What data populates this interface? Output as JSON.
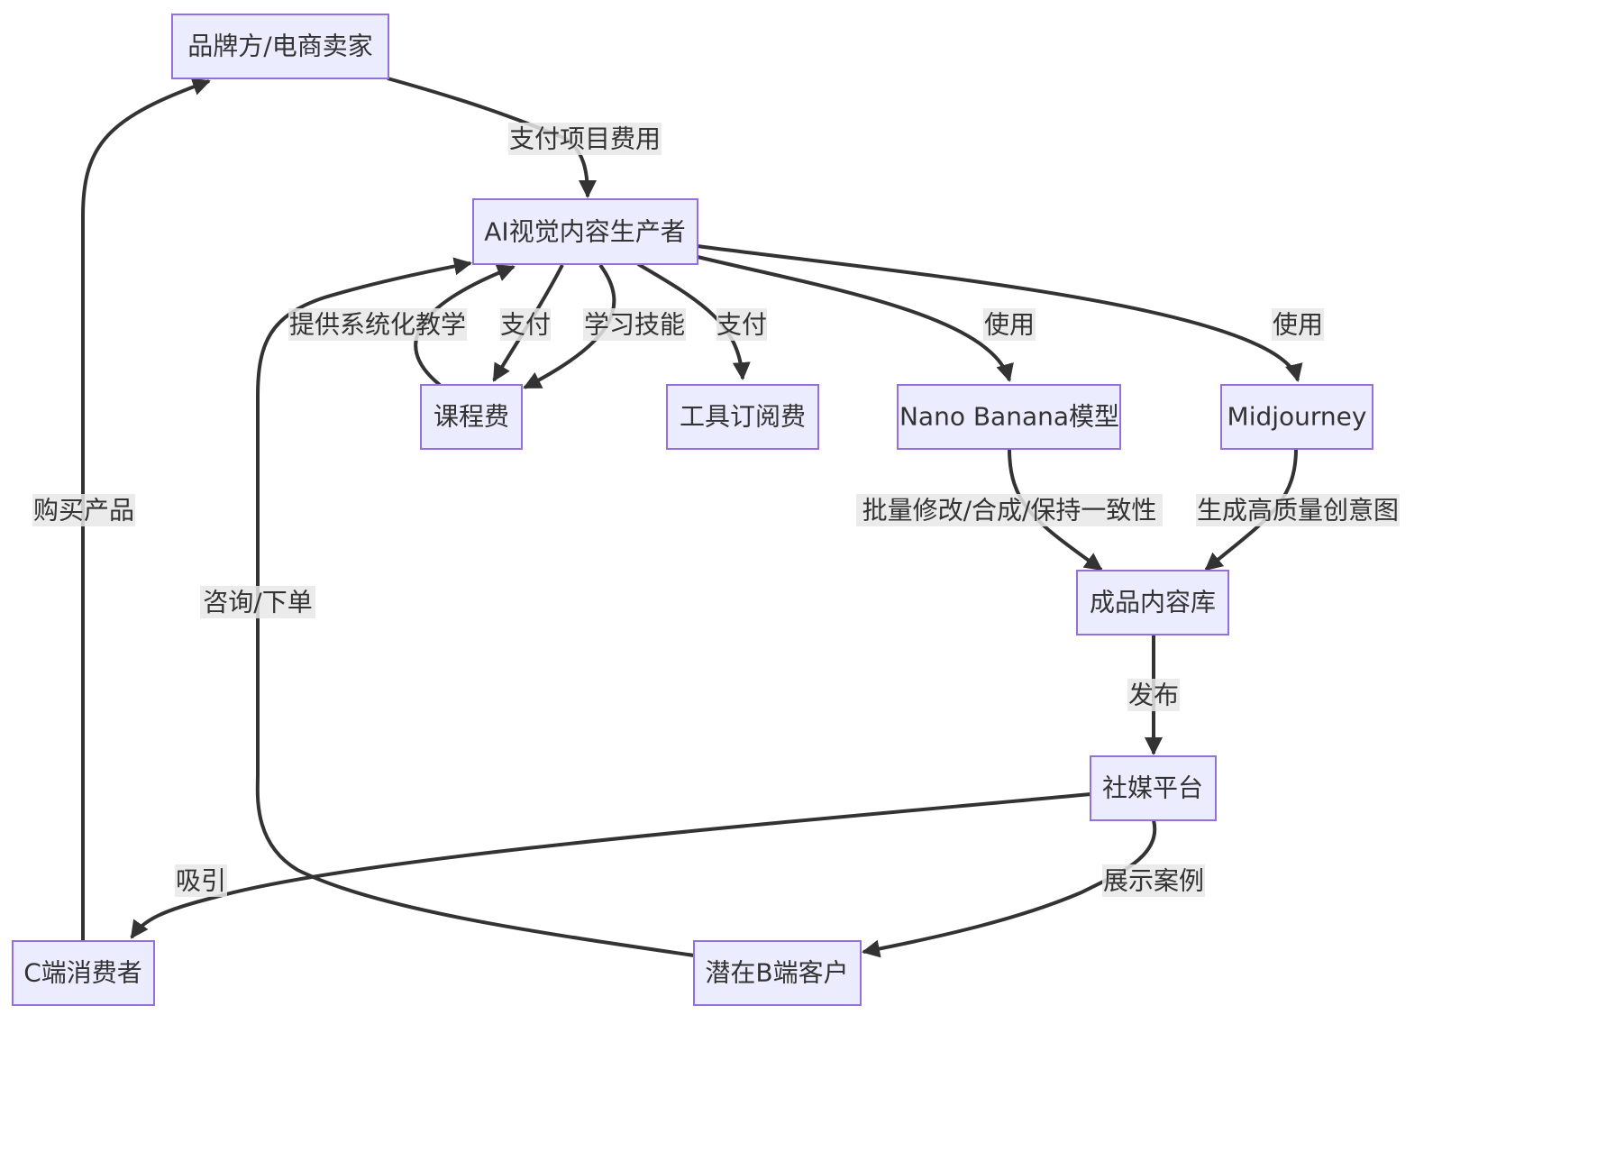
{
  "colors": {
    "node_fill": "#ececff",
    "node_border": "#9370db",
    "edge": "#333333",
    "label_background": "#e8e8e8",
    "text": "#333333",
    "background": "#ffffff"
  },
  "nodes": {
    "brand": {
      "label": "品牌方/电商卖家"
    },
    "producer": {
      "label": "AI视觉内容生产者"
    },
    "course": {
      "label": "课程费"
    },
    "tool": {
      "label": "工具订阅费"
    },
    "nano": {
      "label": "Nano Banana模型"
    },
    "mj": {
      "label": "Midjourney"
    },
    "library": {
      "label": "成品内容库"
    },
    "social": {
      "label": "社媒平台"
    },
    "consumer": {
      "label": "C端消费者"
    },
    "b_client": {
      "label": "潜在B端客户"
    }
  },
  "edges": {
    "pay_project": {
      "from": "brand",
      "to": "producer",
      "label": "支付项目费用"
    },
    "pay_course": {
      "from": "producer",
      "to": "course",
      "label": "支付"
    },
    "learn_skill": {
      "from": "producer",
      "to": "course",
      "label": "学习技能"
    },
    "teach": {
      "from": "course",
      "to": "producer",
      "label": "提供系统化教学"
    },
    "pay_tool": {
      "from": "producer",
      "to": "tool",
      "label": "支付"
    },
    "use_nano": {
      "from": "producer",
      "to": "nano",
      "label": "使用"
    },
    "use_mj": {
      "from": "producer",
      "to": "mj",
      "label": "使用"
    },
    "nano_to_library": {
      "from": "nano",
      "to": "library",
      "label": "批量修改/合成/保持一致性"
    },
    "mj_to_library": {
      "from": "mj",
      "to": "library",
      "label": "生成高质量创意图"
    },
    "publish": {
      "from": "library",
      "to": "social",
      "label": "发布"
    },
    "attract": {
      "from": "social",
      "to": "consumer",
      "label": "吸引"
    },
    "show_cases": {
      "from": "social",
      "to": "b_client",
      "label": "展示案例"
    },
    "buy_product": {
      "from": "consumer",
      "to": "brand",
      "label": "购买产品"
    },
    "consult_order": {
      "from": "b_client",
      "to": "producer",
      "label": "咨询/下单"
    }
  }
}
